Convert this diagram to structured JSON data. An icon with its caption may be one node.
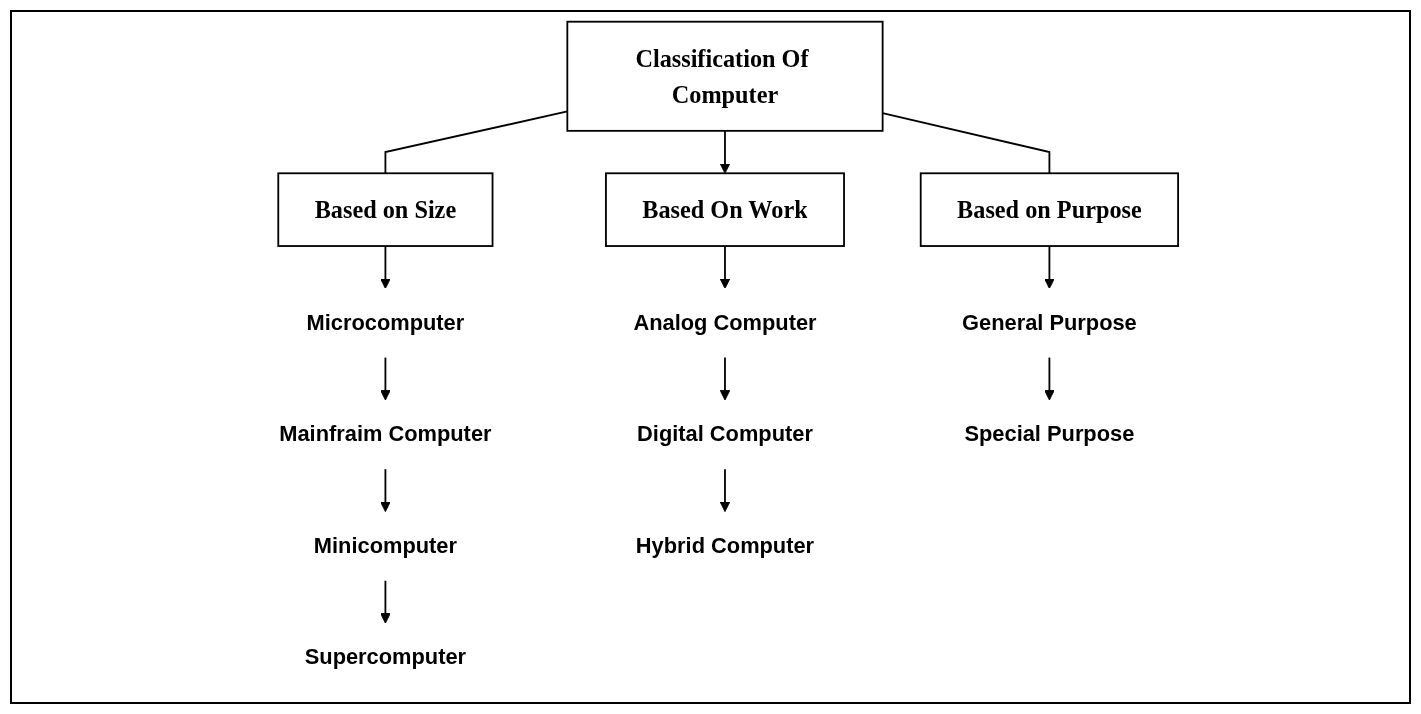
{
  "diagram": {
    "nodes": [
      {
        "text": [
          "Classification Of Computer"
        ]
      },
      {
        "text": [
          "Based on Size"
        ]
      },
      {
        "text": [
          "Based On Work"
        ]
      },
      {
        "text": [
          "Based on Purpose"
        ]
      },
      {
        "text": [
          "Microcomputer"
        ]
      },
      {
        "text": [
          "Mainfraim Computer"
        ]
      },
      {
        "text": [
          "Minicomputer"
        ]
      },
      {
        "text": [
          "Supercomputer"
        ]
      },
      {
        "text": [
          "Analog Computer"
        ]
      },
      {
        "text": [
          "Digital Computer"
        ]
      },
      {
        "text": [
          "Hybrid Computer"
        ]
      },
      {
        "text": [
          "General Purpose"
        ]
      },
      {
        "text": [
          "Special Purpose"
        ]
      }
    ],
    "edges": [
      {
        "from": 0,
        "to": 1,
        "arrow": "none"
      },
      {
        "from": 0,
        "to": 2,
        "arrow": "to"
      },
      {
        "from": 0,
        "to": 3,
        "arrow": "none"
      },
      {
        "from": 1,
        "to": 4,
        "arrow": "to"
      },
      {
        "from": 4,
        "to": 5,
        "arrow": "to"
      },
      {
        "from": 5,
        "to": 6,
        "arrow": "to"
      },
      {
        "from": 6,
        "to": 7,
        "arrow": "to"
      },
      {
        "from": 2,
        "to": 8,
        "arrow": "to"
      },
      {
        "from": 8,
        "to": 9,
        "arrow": "to"
      },
      {
        "from": 9,
        "to": 10,
        "arrow": "to"
      },
      {
        "from": 3,
        "to": 11,
        "arrow": "to"
      },
      {
        "from": 11,
        "to": 12,
        "arrow": "to"
      }
    ]
  }
}
